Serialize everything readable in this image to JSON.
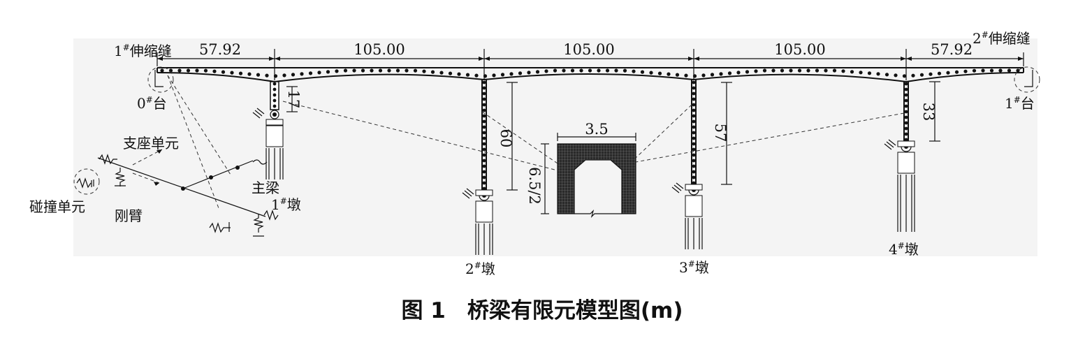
{
  "labels": {
    "joint1": "1",
    "joint1_sup": "#",
    "joint1_text": "伸缩缝",
    "joint2": "2",
    "joint2_sup": "#",
    "joint2_text": "伸缩缝",
    "abut0": "0",
    "abut0_sup": "#",
    "abut0_text": "台",
    "abut1": "1",
    "abut1_sup": "#",
    "abut1_text": "台",
    "pier1": "1",
    "pier1_sup": "#",
    "pier1_text": "墩",
    "pier2": "2",
    "pier2_sup": "#",
    "pier2_text": "墩",
    "pier3": "3",
    "pier3_sup": "#",
    "pier3_text": "墩",
    "pier4": "4",
    "pier4_sup": "#",
    "pier4_text": "墩",
    "bearing_element": "支座单元",
    "collision_element": "碰撞单元",
    "rigid_arm": "刚臂",
    "main_girder": "主梁"
  },
  "spans": [
    "57.92",
    "105.00",
    "105.00",
    "105.00",
    "57.92"
  ],
  "pier_heights": {
    "pier1": "17",
    "pier2": "60",
    "pier3": "57",
    "pier4": "33"
  },
  "section": {
    "width": "3.5",
    "height": "6.5/2"
  },
  "caption": "图 1　桥梁有限元模型图(m)"
}
